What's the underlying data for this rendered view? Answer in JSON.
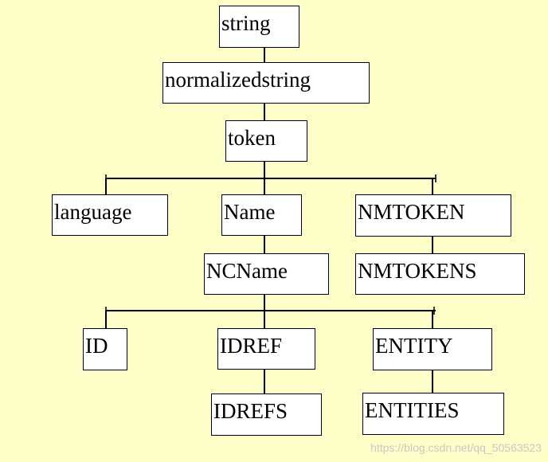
{
  "nodes": {
    "string": "string",
    "normalizedstring": "normalizedstring",
    "token": "token",
    "language": "language",
    "name": "Name",
    "nmtoken": "NMTOKEN",
    "ncname": "NCName",
    "nmtokens": "NMTOKENS",
    "id": "ID",
    "idref": "IDREF",
    "entity": "ENTITY",
    "idrefs": "IDREFS",
    "entities": "ENTITIES"
  },
  "watermark": "https://blog.csdn.net/qq_50563523",
  "colors": {
    "background": "#fefec8",
    "box_fill": "#ffffff",
    "line": "#000000"
  }
}
